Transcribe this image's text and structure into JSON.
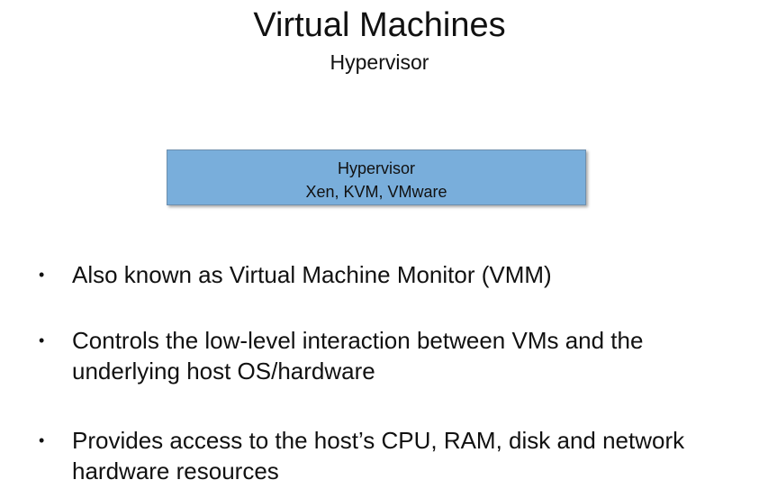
{
  "slide": {
    "title": "Virtual Machines",
    "subtitle": "Hypervisor",
    "diagram": {
      "line1": "Hypervisor",
      "line2": "Xen, KVM, VMware",
      "fill_color": "#79aedb"
    },
    "bullets": [
      {
        "marker": "•",
        "text": "Also known as Virtual Machine Monitor (VMM)"
      },
      {
        "marker": "•",
        "text": "Controls the low-level interaction between VMs and the underlying host OS/hardware"
      },
      {
        "marker": "•",
        "text": "Provides access to the host’s CPU, RAM, disk and network hardware resources"
      }
    ]
  }
}
